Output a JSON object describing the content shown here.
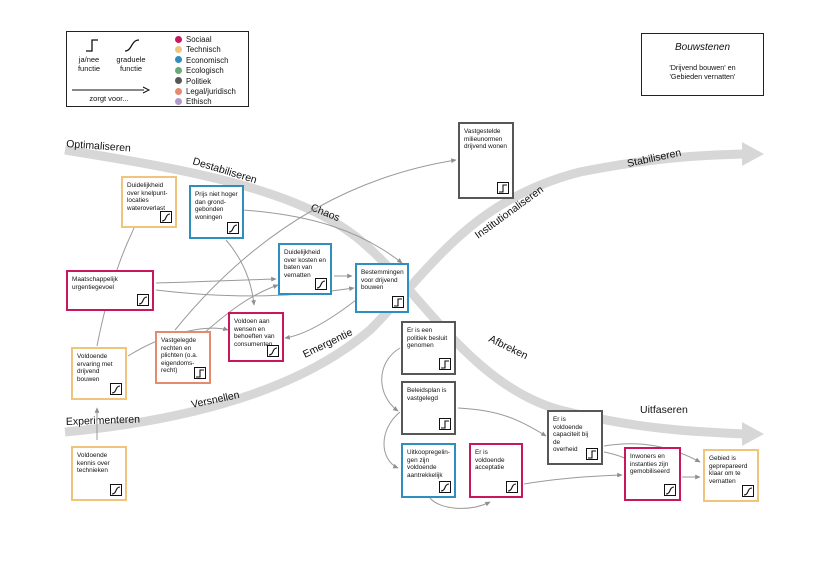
{
  "colors": {
    "sociaal": "#c8175d",
    "technisch": "#f0c47a",
    "economisch": "#2e8fbf",
    "ecologisch": "#6aa874",
    "politiek": "#575757",
    "legal": "#e58a6c",
    "ethisch": "#b09acb",
    "arrow_band": "#d7d7d7",
    "connector": "#9a9a9a"
  },
  "legend": {
    "yes_no": "ja/nee\nfunctie",
    "gradual": "graduele\nfunctie",
    "leads_to": "zorgt voor...",
    "categories": [
      {
        "label": "Sociaal",
        "color_key": "sociaal"
      },
      {
        "label": "Technisch",
        "color_key": "technisch"
      },
      {
        "label": "Economisch",
        "color_key": "economisch"
      },
      {
        "label": "Ecologisch",
        "color_key": "ecologisch"
      },
      {
        "label": "Politiek",
        "color_key": "politiek"
      },
      {
        "label": "Legal/juridisch",
        "color_key": "legal"
      },
      {
        "label": "Ethisch",
        "color_key": "ethisch"
      }
    ]
  },
  "bouwstenen": {
    "title": "Bouwstenen",
    "subtitle": "'Drijvend bouwen' en\n'Gebieden vernatten'"
  },
  "phases": {
    "optimaliseren": "Optimaliseren",
    "destabiliseren": "Destabiliseren",
    "chaos": "Chaos",
    "afbreken": "Afbreken",
    "uitfaseren": "Uitfaseren",
    "experimenteren": "Experimenteren",
    "versnellen": "Versnellen",
    "emergentie": "Emergentie",
    "institutionaliseren": "Institutionaliseren",
    "stabiliseren": "Stabiliseren"
  },
  "boxes": [
    {
      "id": "knelpunt",
      "text": "Duidelijkheid\nover  knelpunt-\nlocaties\nwateroverlast",
      "color_key": "technisch",
      "icon": "gradual"
    },
    {
      "id": "prijs",
      "text": "Prijs niet hoger\ndan grond-\ngebonden\nwoningen",
      "color_key": "economisch",
      "icon": "gradual"
    },
    {
      "id": "milieunormen",
      "text": "Vastgestelde\nmilieunormen\ndrijvend wonen",
      "color_key": "politiek",
      "icon": "yesno"
    },
    {
      "id": "urgentie",
      "text": "Maatschappelijk\nurgentiegevoel",
      "color_key": "sociaal",
      "icon": "gradual"
    },
    {
      "id": "kosten",
      "text": "Duidelijkheid\nover kosten en\nbaten van\nvernatten",
      "color_key": "economisch",
      "icon": "gradual"
    },
    {
      "id": "bestemmingen",
      "text": "Bestemmingen\nvoor drijvend\nbouwen",
      "color_key": "economisch",
      "icon": "yesno"
    },
    {
      "id": "wensen",
      "text": "Voldoen aan\nwensen en\nbehoeften van\nconsumenten",
      "color_key": "sociaal",
      "icon": "gradual"
    },
    {
      "id": "rechten",
      "text": "Vastgelegde\nrechten en\nplichten (o.a.\neigendoms-\nrecht)",
      "color_key": "legal",
      "icon": "yesno"
    },
    {
      "id": "ervaring",
      "text": "Voldoende\nervaring met\ndrijvend\nbouwen",
      "color_key": "technisch",
      "icon": "gradual"
    },
    {
      "id": "kennis",
      "text": "Voldoende\nkennis over\ntechnieken",
      "color_key": "technisch",
      "icon": "gradual"
    },
    {
      "id": "besluit",
      "text": "Er is een\npolitiek besluit\ngenomen",
      "color_key": "politiek",
      "icon": "yesno"
    },
    {
      "id": "beleidsplan",
      "text": "Beleidsplan is\nvastgelegd",
      "color_key": "politiek",
      "icon": "yesno"
    },
    {
      "id": "uitkoop",
      "text": "Uitkoopregelin-\ngen zijn\nvoldoende\naantrekkelijk",
      "color_key": "economisch",
      "icon": "gradual"
    },
    {
      "id": "acceptatie",
      "text": "Er is voldoende\nacceptatie",
      "color_key": "sociaal",
      "icon": "gradual"
    },
    {
      "id": "capaciteit",
      "text": "Er is voldoende\ncapaciteit bij de\noverheid",
      "color_key": "politiek",
      "icon": "yesno"
    },
    {
      "id": "inwoners",
      "text": "Inwoners en\ninstanties zijn\ngemobiliseerd",
      "color_key": "sociaal",
      "icon": "gradual"
    },
    {
      "id": "gebied",
      "text": "Gebied is\ngeprepareerd\nklaar om te\nvernatten",
      "color_key": "technisch",
      "icon": "gradual"
    }
  ]
}
